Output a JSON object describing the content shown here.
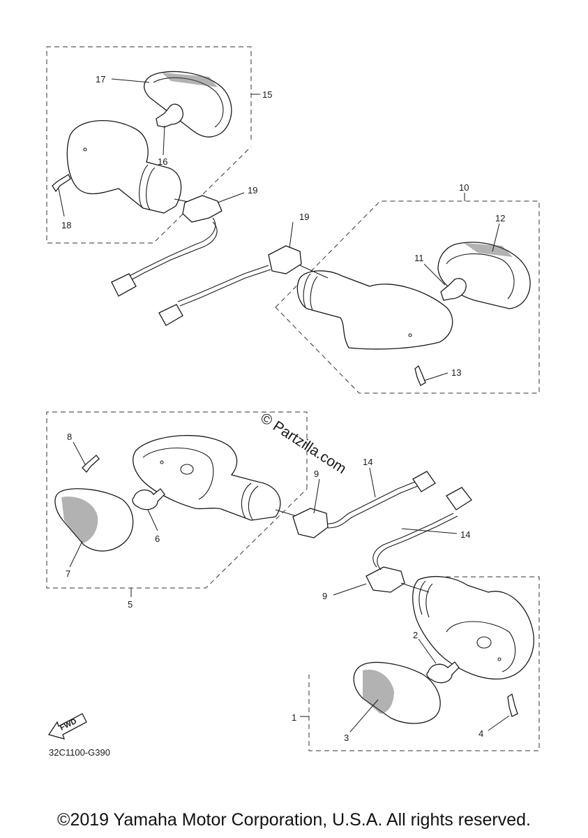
{
  "callouts": {
    "c1": "1",
    "c2": "2",
    "c3": "3",
    "c4": "4",
    "c5": "5",
    "c6": "6",
    "c7": "7",
    "c8": "8",
    "c9a": "9",
    "c9b": "9",
    "c10": "10",
    "c11": "11",
    "c12": "12",
    "c13": "13",
    "c14a": "14",
    "c14b": "14",
    "c15": "15",
    "c16": "16",
    "c17": "17",
    "c18": "18",
    "c19a": "19",
    "c19b": "19"
  },
  "watermark": "© Partzilla.com",
  "fwd_label": "FWD",
  "diagram_code": "32C1100-G390",
  "copyright": "©2019 Yamaha Motor Corporation, U.S.A. All rights reserved."
}
